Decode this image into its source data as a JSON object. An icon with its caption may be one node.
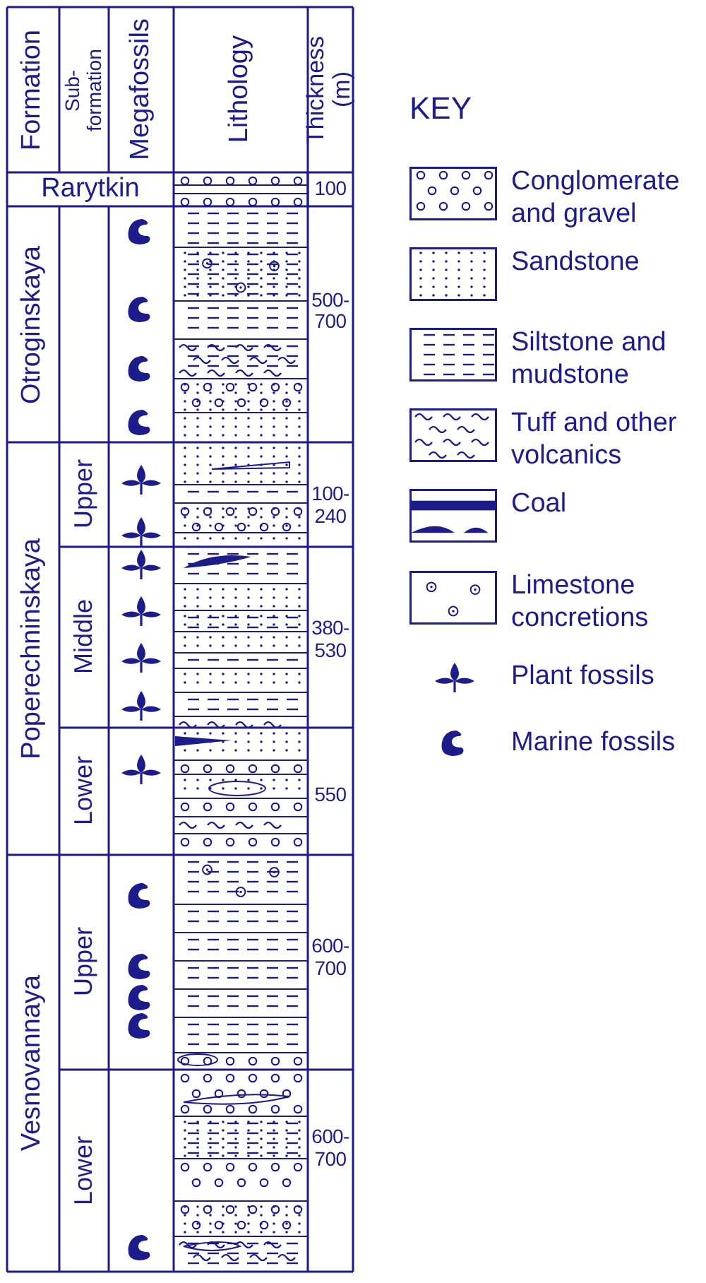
{
  "diagram": {
    "labels": [
      "Formation",
      "Sub- formation",
      "Megafossils",
      "Lithology",
      "Thickness (m)",
      "KEY",
      "Rarytkin",
      "100",
      "Otroginskaya",
      "500- 700",
      "Poperechninskaya",
      "Upper",
      "100- 240",
      "Middle",
      "380- 530",
      "Lower",
      "550",
      "Vesnovannaya",
      "Upper",
      "600- 700",
      "Lower",
      "600- 700"
    ],
    "legend": [
      {
        "text": "Conglomerate and gravel"
      },
      {
        "text": "Sandstone"
      },
      {
        "text": "Siltstone and mudstone"
      },
      {
        "text": "Tuff and other volcanics"
      },
      {
        "text": "Coal"
      },
      {
        "text": "Limestone concretions"
      },
      {
        "text": "Plant fossils"
      },
      {
        "text": "Marine fossils"
      }
    ]
  }
}
